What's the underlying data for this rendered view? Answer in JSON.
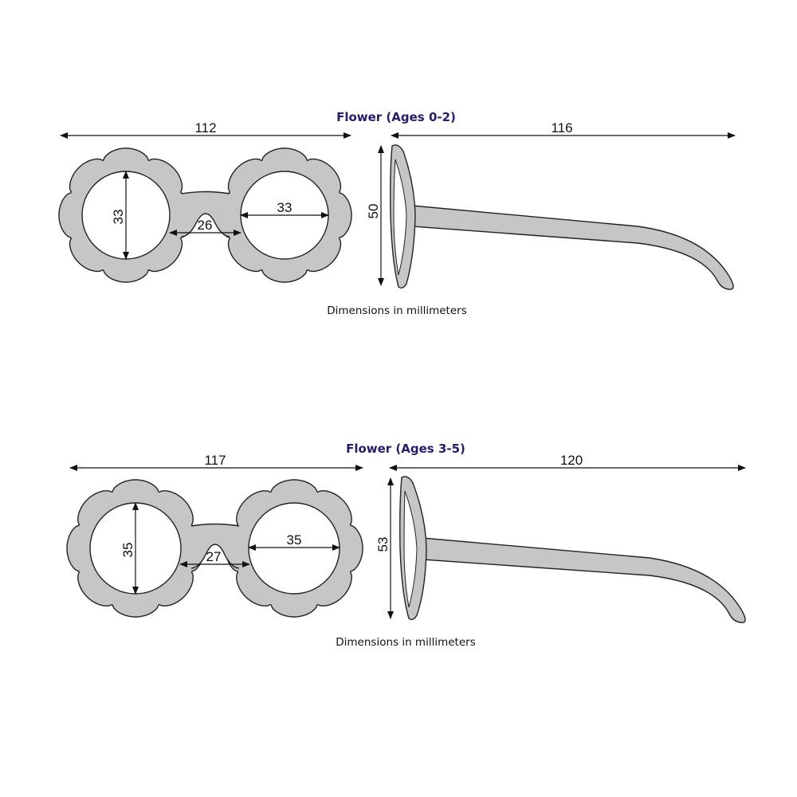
{
  "diagrams": [
    {
      "title": "Flower (Ages 0-2)",
      "total_width": "112",
      "temple_length": "116",
      "lens_height": "33",
      "lens_width": "33",
      "bridge": "26",
      "frame_height": "50",
      "note": "Dimensions in millimeters"
    },
    {
      "title": "Flower (Ages 3-5)",
      "total_width": "117",
      "temple_length": "120",
      "lens_height": "35",
      "lens_width": "35",
      "bridge": "27",
      "frame_height": "53",
      "note": "Dimensions in millimeters"
    }
  ],
  "colors": {
    "frame": "#c6c6c6",
    "title": "#231d6e"
  }
}
